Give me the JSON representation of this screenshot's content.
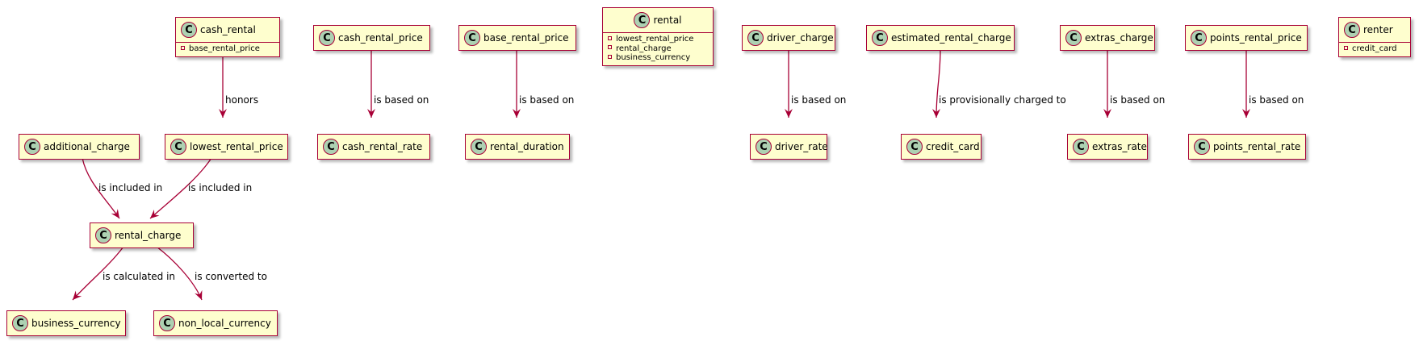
{
  "diagram": {
    "classes": {
      "cash_rental": {
        "icon": "C",
        "name": "cash_rental",
        "attrs": [
          "base_rental_price"
        ]
      },
      "cash_rental_price": {
        "icon": "C",
        "name": "cash_rental_price"
      },
      "base_rental_price": {
        "icon": "C",
        "name": "base_rental_price"
      },
      "rental": {
        "icon": "C",
        "name": "rental",
        "attrs": [
          "lowest_rental_price",
          "rental_charge",
          "business_currency"
        ]
      },
      "driver_charge": {
        "icon": "C",
        "name": "driver_charge"
      },
      "estimated_rental_charge": {
        "icon": "C",
        "name": "estimated_rental_charge"
      },
      "extras_charge": {
        "icon": "C",
        "name": "extras_charge"
      },
      "points_rental_price": {
        "icon": "C",
        "name": "points_rental_price"
      },
      "renter": {
        "icon": "C",
        "name": "renter",
        "attrs": [
          "credit_card"
        ]
      },
      "additional_charge": {
        "icon": "C",
        "name": "additional_charge"
      },
      "lowest_rental_price": {
        "icon": "C",
        "name": "lowest_rental_price"
      },
      "cash_rental_rate": {
        "icon": "C",
        "name": "cash_rental_rate"
      },
      "rental_duration": {
        "icon": "C",
        "name": "rental_duration"
      },
      "driver_rate": {
        "icon": "C",
        "name": "driver_rate"
      },
      "credit_card": {
        "icon": "C",
        "name": "credit_card"
      },
      "extras_rate": {
        "icon": "C",
        "name": "extras_rate"
      },
      "points_rental_rate": {
        "icon": "C",
        "name": "points_rental_rate"
      },
      "rental_charge": {
        "icon": "C",
        "name": "rental_charge"
      },
      "business_currency": {
        "icon": "C",
        "name": "business_currency"
      },
      "non_local_currency": {
        "icon": "C",
        "name": "non_local_currency"
      }
    },
    "relations": {
      "cash_rental_honors": {
        "from": "cash_rental",
        "to": "lowest_rental_price",
        "label": "honors"
      },
      "cash_rental_price_based": {
        "from": "cash_rental_price",
        "to": "cash_rental_rate",
        "label": "is based on"
      },
      "base_rental_price_based": {
        "from": "base_rental_price",
        "to": "rental_duration",
        "label": "is based on"
      },
      "driver_charge_based": {
        "from": "driver_charge",
        "to": "driver_rate",
        "label": "is based on"
      },
      "estimated_charged_to": {
        "from": "estimated_rental_charge",
        "to": "credit_card",
        "label": "is provisionally charged to"
      },
      "extras_charge_based": {
        "from": "extras_charge",
        "to": "extras_rate",
        "label": "is based on"
      },
      "points_price_based": {
        "from": "points_rental_price",
        "to": "points_rental_rate",
        "label": "is based on"
      },
      "additional_included": {
        "from": "additional_charge",
        "to": "rental_charge",
        "label": "is included in"
      },
      "lowest_included": {
        "from": "lowest_rental_price",
        "to": "rental_charge",
        "label": "is included in"
      },
      "charge_calculated": {
        "from": "rental_charge",
        "to": "business_currency",
        "label": "is calculated in"
      },
      "charge_converted": {
        "from": "rental_charge",
        "to": "non_local_currency",
        "label": "is converted to"
      }
    }
  },
  "colors": {
    "class_fill": "#fefece",
    "class_border": "#a80036",
    "icon_fill": "#add1b2",
    "edge": "#a80036"
  }
}
